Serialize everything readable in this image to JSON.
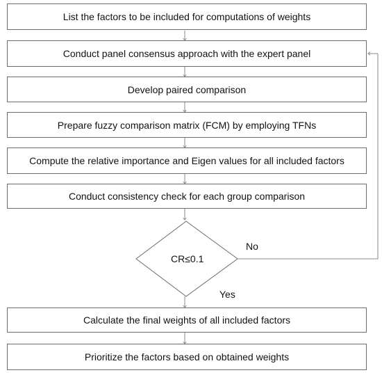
{
  "steps": [
    {
      "label": "List the factors to be included for computations of weights"
    },
    {
      "label": "Conduct panel consensus approach with the expert panel"
    },
    {
      "label": "Develop paired comparison"
    },
    {
      "label": "Prepare fuzzy comparison matrix (FCM) by employing TFNs"
    },
    {
      "label": "Compute the relative importance and Eigen values for all included factors"
    },
    {
      "label": "Conduct consistency check for each group comparison"
    }
  ],
  "decision": {
    "label": "CR≤0.1",
    "yes_label": "Yes",
    "no_label": "No"
  },
  "final_steps": [
    {
      "label": "Calculate the final weights of all included factors"
    },
    {
      "label": "Prioritize the factors based on obtained weights"
    }
  ],
  "colors": {
    "stroke": "#6b6b6b",
    "arrow": "#8a8a8a",
    "text": "#111111"
  }
}
